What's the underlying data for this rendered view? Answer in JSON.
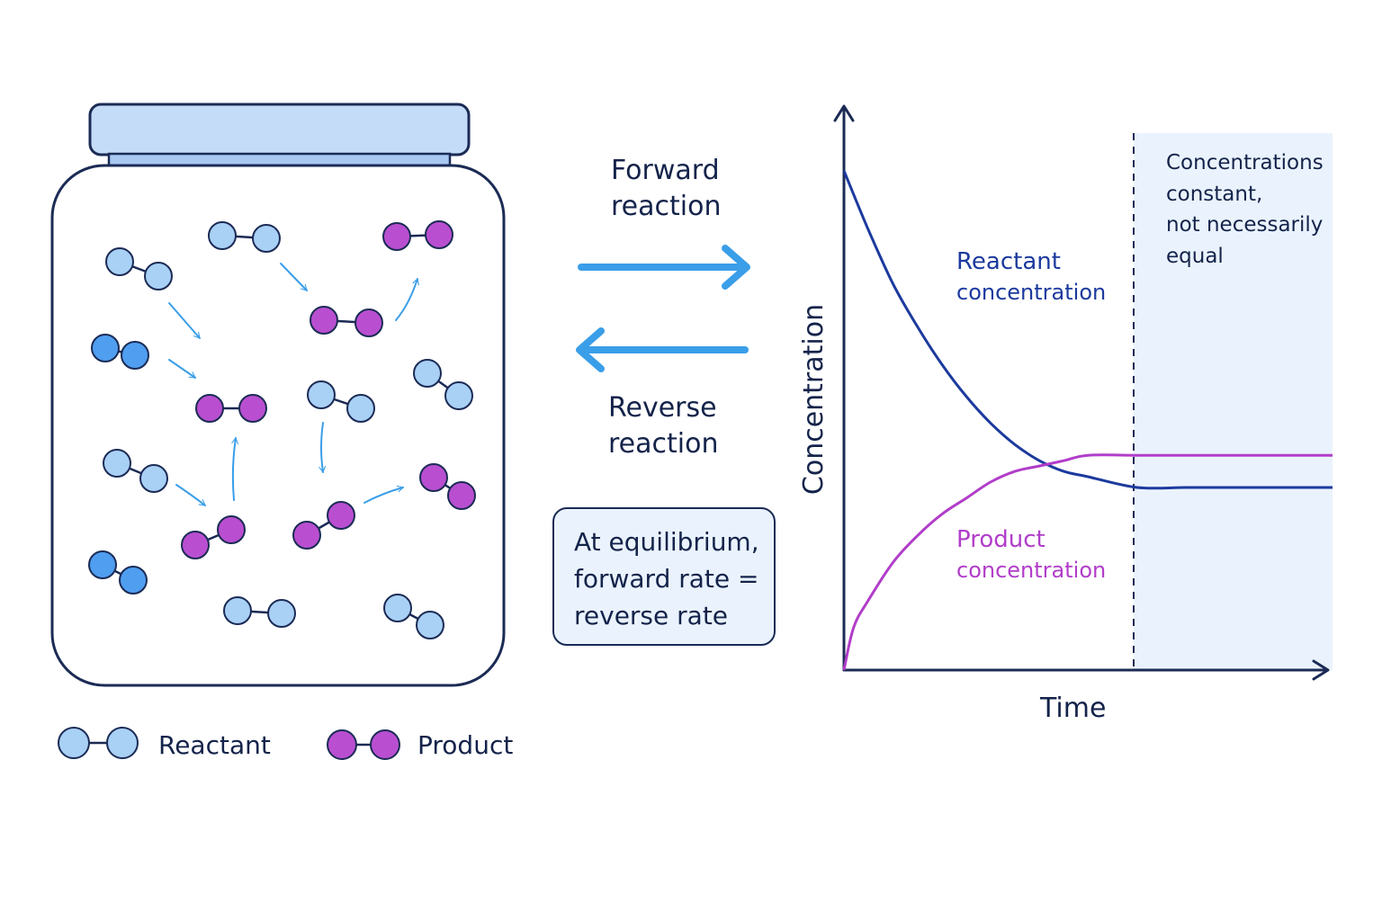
{
  "arrows": {
    "forward": [
      "Forward",
      "reaction"
    ],
    "reverse": [
      "Reverse",
      "reaction"
    ]
  },
  "equilibrium_box": [
    "At equilibrium,",
    "forward rate =",
    "reverse rate"
  ],
  "legend": {
    "reactant": "Reactant",
    "product": "Product"
  },
  "graph": {
    "y_axis_label": "Concentration",
    "x_axis_label": "Time",
    "equilibrium_note": [
      "Concentrations",
      "constant,",
      "not necessarily",
      "equal"
    ]
  },
  "colors": {
    "reactant_light": "#a9d0f5",
    "reactant_dark": "#4f9ef0",
    "product": "#b94fd0",
    "reactant_curve": "#1c3a9e",
    "product_curve": "#b13dc9",
    "outline": "#1b2b55",
    "arrow": "#3a9ee8",
    "jar_lid": "#c5dcf8",
    "shaded_region": "#eaf3fd"
  },
  "chart_data": {
    "type": "line",
    "xlabel": "Time",
    "ylabel": "Concentration",
    "series": [
      {
        "name": "Reactant concentration",
        "x": [
          0,
          0.05,
          0.1,
          0.15,
          0.2,
          0.25,
          0.3,
          0.35,
          0.4,
          0.45,
          0.5,
          0.6,
          0.7,
          0.8,
          0.9,
          1.0
        ],
        "values": [
          0.93,
          0.82,
          0.72,
          0.64,
          0.57,
          0.51,
          0.46,
          0.42,
          0.39,
          0.37,
          0.36,
          0.34,
          0.34,
          0.34,
          0.34,
          0.34
        ]
      },
      {
        "name": "Product concentration",
        "x": [
          0,
          0.02,
          0.05,
          0.1,
          0.15,
          0.2,
          0.25,
          0.3,
          0.35,
          0.4,
          0.45,
          0.5,
          0.6,
          0.7,
          0.8,
          0.9,
          1.0
        ],
        "values": [
          0.0,
          0.08,
          0.13,
          0.2,
          0.25,
          0.29,
          0.32,
          0.35,
          0.37,
          0.38,
          0.39,
          0.4,
          0.4,
          0.4,
          0.4,
          0.4,
          0.4
        ]
      }
    ],
    "series_labels": {
      "reactant": [
        "Reactant",
        "concentration"
      ],
      "product": [
        "Product",
        "concentration"
      ]
    },
    "equilibrium_marker_x": 0.59,
    "xlim": [
      0,
      1
    ],
    "ylim": [
      0,
      1
    ]
  }
}
